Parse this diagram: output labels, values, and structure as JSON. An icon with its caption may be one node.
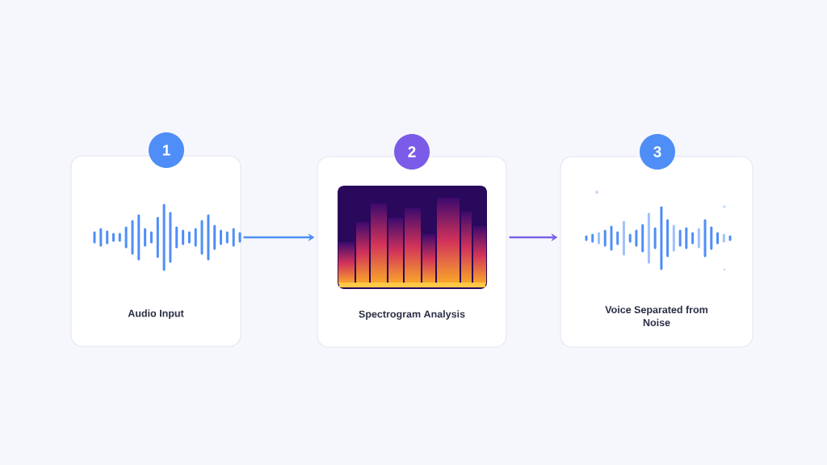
{
  "diagram": {
    "nodes": [
      {
        "text": [
          "Audio Input"
        ]
      },
      {
        "text": [
          "Spectrogram Analysis"
        ]
      },
      {
        "text": [
          "Voice Separated from Noise"
        ]
      },
      {
        "text": [
          "1"
        ]
      },
      {
        "text": [
          "2"
        ]
      },
      {
        "text": [
          "3"
        ]
      }
    ],
    "edges": [
      {
        "from": 0,
        "to": 1,
        "arrow": "to"
      },
      {
        "from": 1,
        "to": 2,
        "arrow": "to",
        "color": "#7b61e8"
      }
    ]
  }
}
